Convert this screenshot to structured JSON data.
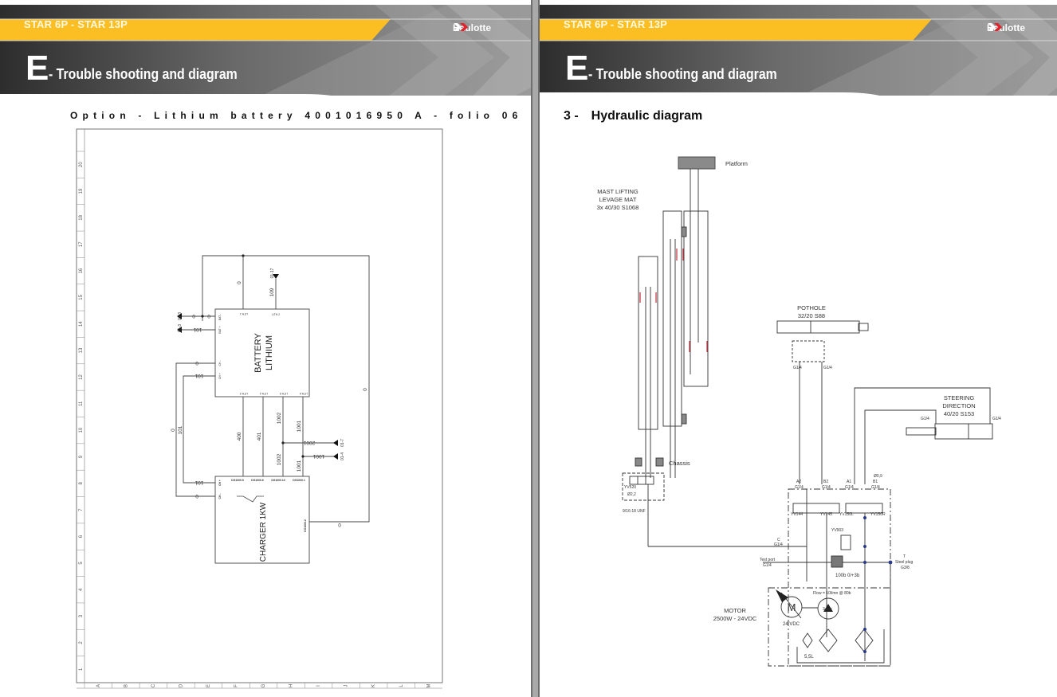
{
  "left_page": {
    "model": "STAR 6P - STAR 13P",
    "brand": "Haulotte",
    "section_letter": "E",
    "section_title": "- Trouble shooting and diagram",
    "subtitle": "Option - Lithium battery 4001016950 A - folio 06",
    "grid": {
      "row_labels": [
        "20",
        "19",
        "18",
        "17",
        "16",
        "15",
        "14",
        "13",
        "12",
        "11",
        "10",
        "9",
        "8",
        "7",
        "6",
        "5",
        "4",
        "3",
        "2",
        "1"
      ],
      "col_labels": [
        "A",
        "B",
        "C",
        "D",
        "E",
        "F",
        "G",
        "H",
        "I",
        "J",
        "K",
        "L",
        "M"
      ]
    },
    "battery": {
      "title_line1": "BATTERY",
      "title_line2": "LITHIUM",
      "top_pins": [
        "LITH.1",
        "LITH.2"
      ],
      "bottom_pins": [
        "LITH.3",
        "LITH.4",
        "LITH.5",
        "LITH.6"
      ],
      "left_pins": [
        "BAT -",
        "BAT +",
        "CH -",
        "CH +"
      ]
    },
    "charger": {
      "title": "CHARGER 1KW",
      "top_pins": [
        "DG1000.5",
        "DG1000.6",
        "DG1000.10",
        "DG1000.1"
      ],
      "left_pins": [
        "CH +",
        "CH -"
      ],
      "right_pin": "DG1000.2"
    },
    "wires": {
      "w0": "0",
      "w101": "101",
      "w109": "109",
      "w400": "400",
      "w401": "401",
      "w1002": "1002",
      "w1001": "1001",
      "w2001": "2001"
    },
    "refs": {
      "r01_17": "01-17",
      "r01_3a": "01-3",
      "r01_3b": "01-3",
      "r01_7": "01-7",
      "r01_4": "01-4"
    }
  },
  "right_page": {
    "model": "STAR 6P - STAR 13P",
    "brand": "Haulotte",
    "section_letter": "E",
    "section_title": "- Trouble shooting and diagram",
    "subtitle_number": "3 -",
    "subtitle": "Hydraulic diagram",
    "labels": {
      "platform": "Platform",
      "mast_line1": "MAST LIFTING",
      "mast_line2": "LEVAGE MAT",
      "mast_line3": "3x 40/30 S1068",
      "chassis": "Chassis",
      "yv520": "YV520",
      "d22": "Ø2,2",
      "unf": "9/16-18 UNF",
      "pothole_line1": "POTHOLE",
      "pothole_line2": "32/20 S88",
      "g14": "G1/4",
      "steering_line1": "STEERING",
      "steering_line2": "DIRECTION",
      "steering_line3": "40/20 S153",
      "d09": "Ø0,9",
      "a2": "A2",
      "b2": "B2",
      "a1": "A1",
      "b1": "B1",
      "yv144": "YV144",
      "yv145": "YV145",
      "yv150l": "YV150L",
      "yv150r": "YV150R",
      "yv903": "YV903",
      "c": "C",
      "test_port": "Test port",
      "t": "T",
      "steel_plug": "Steel plug",
      "g38": "G3/8",
      "relief": "100b 0/+3b",
      "flow": "Flow = 10l/mn @ 80b",
      "pump": "3,5cc",
      "motor_line1": "MOTOR",
      "motor_line2": "2500W - 24VDC",
      "motor_m": "M",
      "vdc": "24 VDC",
      "tank": "5,5L"
    }
  }
}
